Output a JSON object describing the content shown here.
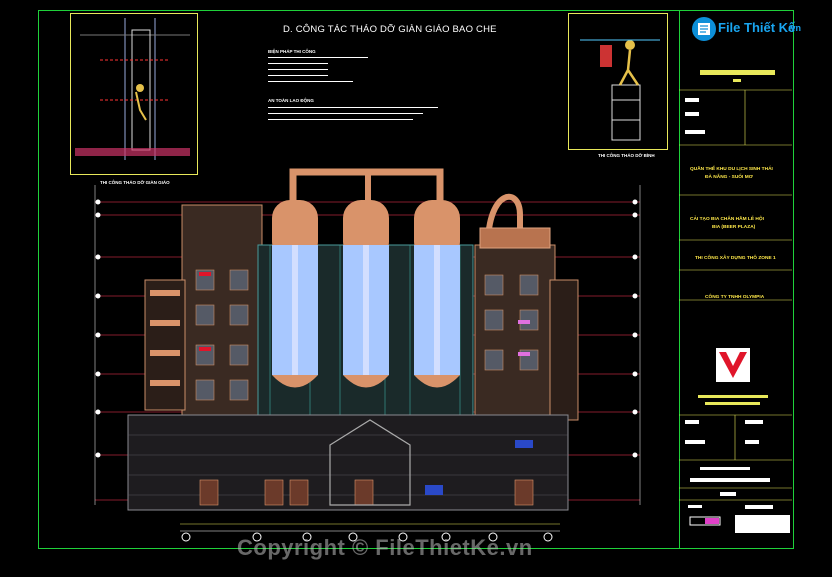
{
  "drawing": {
    "main_title": "D. CÔNG TÁC THÁO DỠ GIÀN GIÁO BAO CHE",
    "caption_left": "THI CÔNG THÁO DỠ GIÀN GIÁO",
    "caption_right": "THI CÔNG THÁO DỠ BÌNH",
    "note_heading_1": "BIỆN PHÁP THI CÔNG",
    "note_heading_2": "AN TOÀN LAO ĐỘNG"
  },
  "title_block": {
    "project_1": "QUẦN THỂ KHU DU LỊCH SINH THÁI",
    "project_2": "ĐÀ NẴNG - SUỐI MƠ",
    "work_1": "CẢI TẠO BIA CHÂN HẦM LỄ HỘI",
    "work_2": "BIA (BEER PLAZA)",
    "sheet_title": "THI CÔNG XÂY DỰNG THÔ ZONE 1",
    "company": "CÔNG TY TNHH OLYMPIA"
  },
  "watermark": {
    "logo_text": "File Thiết Kế",
    "logo_domain": ".vn",
    "copyright": "Copyright © FileThietKe.vn"
  },
  "colors": {
    "frame": "#1fd13a",
    "accent_red": "#e0152a",
    "copper": "#d9936a",
    "glass_blue": "#a8c8ff"
  }
}
